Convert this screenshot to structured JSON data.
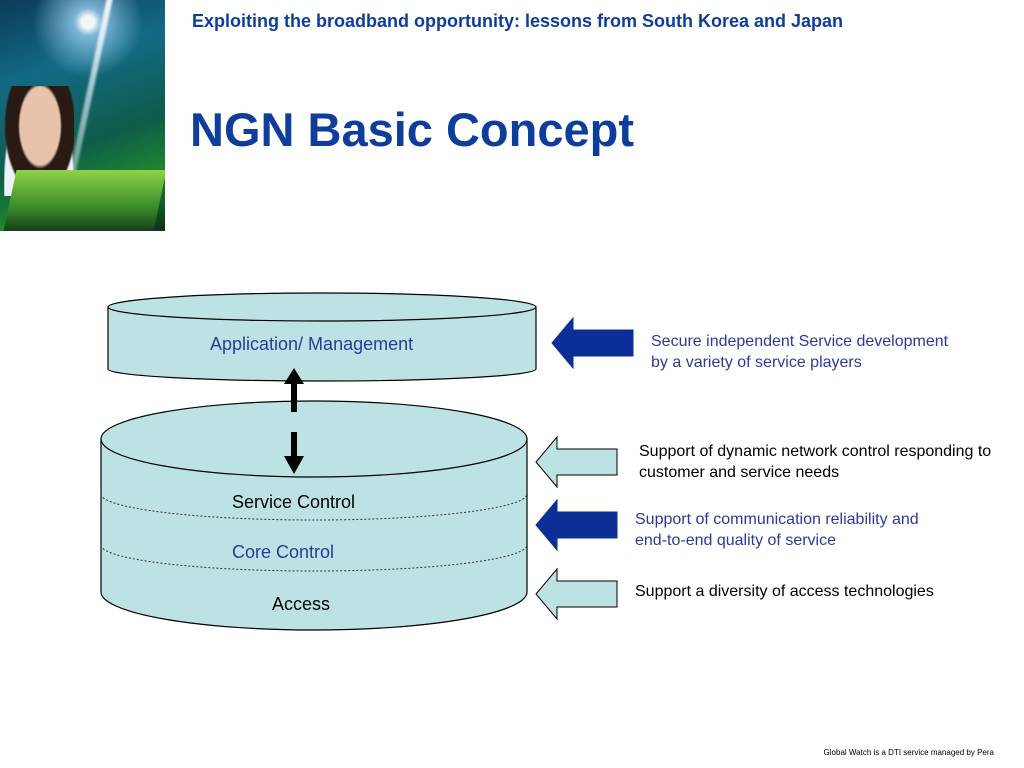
{
  "header": {
    "subtitle": "Exploiting the broadband opportunity: lessons from South Korea and Japan",
    "title": "NGN Basic Concept"
  },
  "diagram": {
    "application_label": "Application/ Management",
    "layers": [
      "Service Control",
      "Core Control",
      "Access"
    ],
    "notes": [
      {
        "line1": "Secure independent Service development",
        "line2": "by a variety of service players",
        "style": "blue",
        "arrow": "filled"
      },
      {
        "line1": "Support of dynamic network control responding to",
        "line2": "customer and service needs",
        "style": "black",
        "arrow": "outline"
      },
      {
        "line1": "Support of communication reliability and",
        "line2": "end-to-end quality of service",
        "style": "blue",
        "arrow": "filled"
      },
      {
        "line1": "Support a diversity of access technologies",
        "line2": "",
        "style": "black",
        "arrow": "outline"
      }
    ]
  },
  "footer": {
    "text": "Global Watch is a DTI service managed by Pera"
  },
  "colors": {
    "title_blue": "#0e3d9c",
    "label_blue": "#2b3a9a",
    "cylinder_fill": "#bde2e4",
    "arrow_filled": "#0b2f96"
  }
}
